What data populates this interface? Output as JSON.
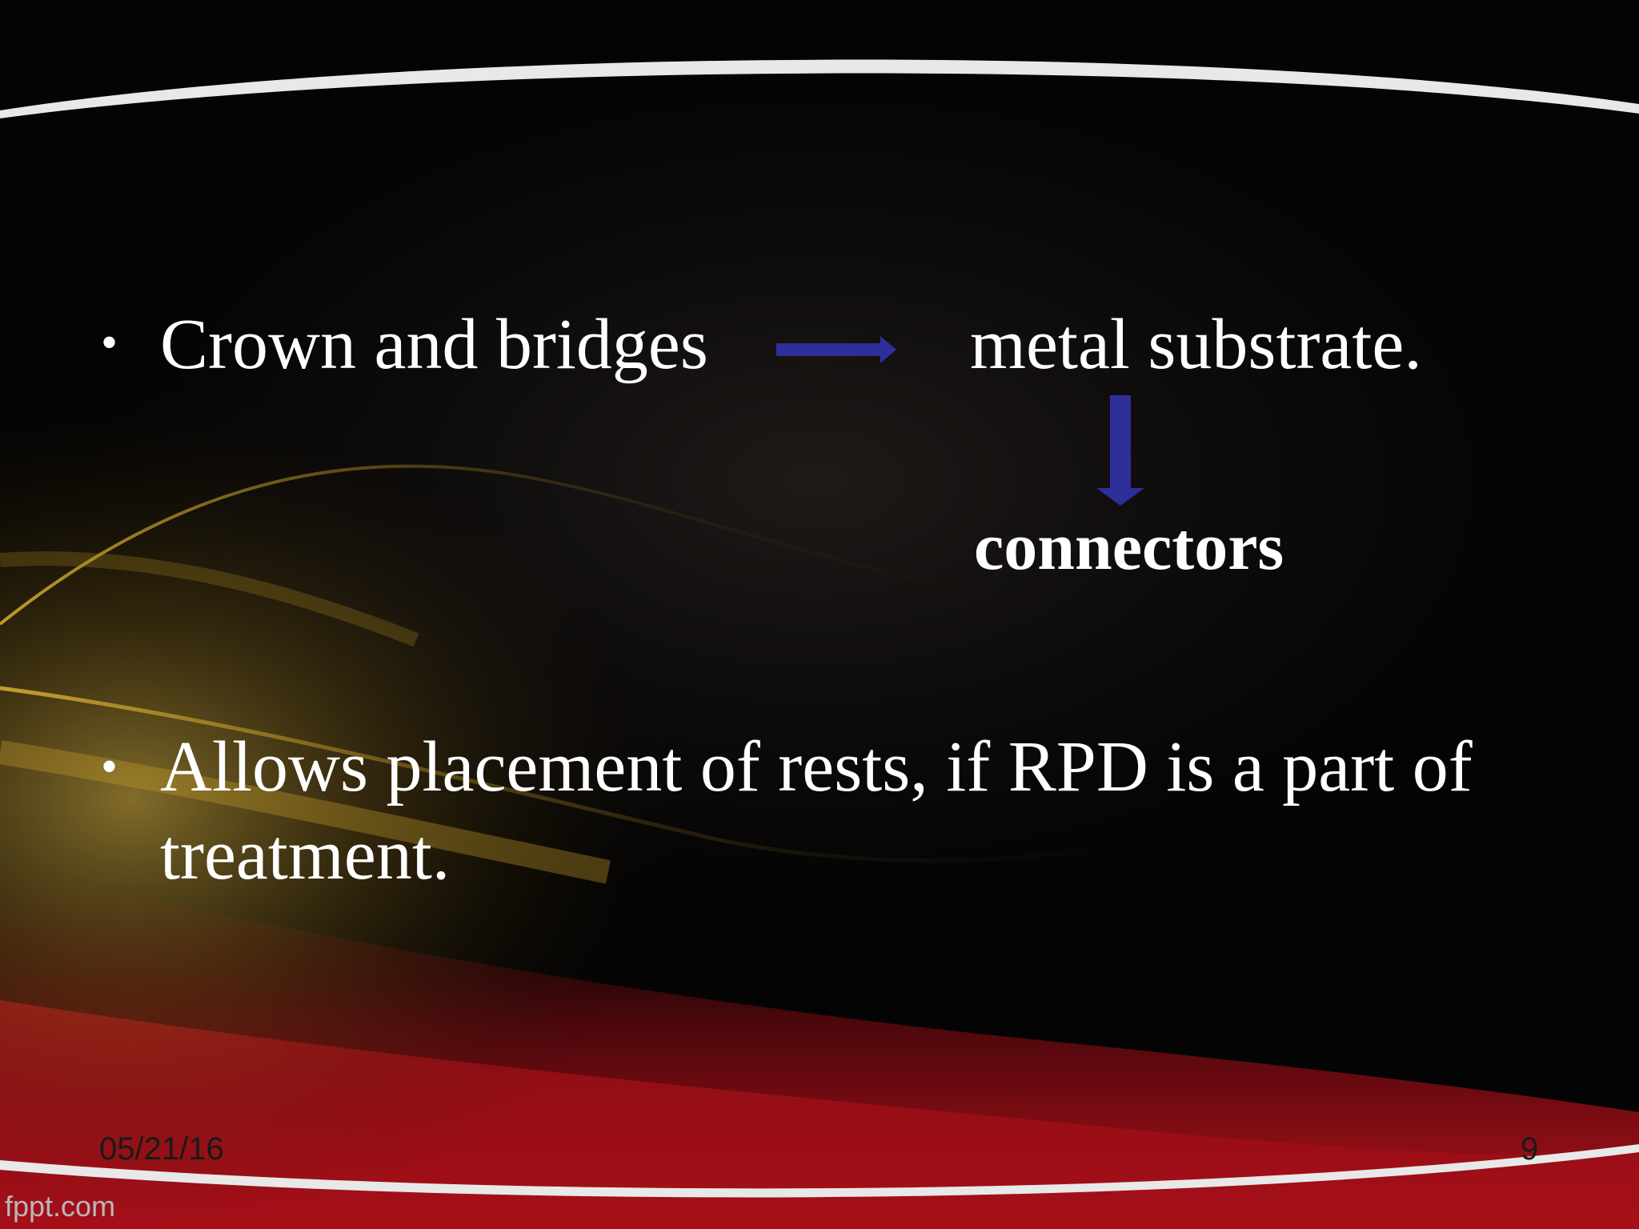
{
  "slide": {
    "bullets": [
      {
        "text": "Crown and bridges"
      },
      {
        "lines": [
          "Allows placement of rests, if RPD is a part of",
          "treatment."
        ]
      }
    ],
    "diagram": {
      "target_text": "metal substrate.",
      "result_text": "connectors",
      "arrow_color": "#2e2f9b"
    },
    "footer": {
      "date": "05/21/16",
      "page_number": "9",
      "brand": "fppt.com"
    },
    "bullet_symbol": "•",
    "colors": {
      "background": "#0a0808",
      "text": "#ffffff",
      "accent_red": "#b0101a",
      "accent_gold": "#b8961e"
    }
  }
}
